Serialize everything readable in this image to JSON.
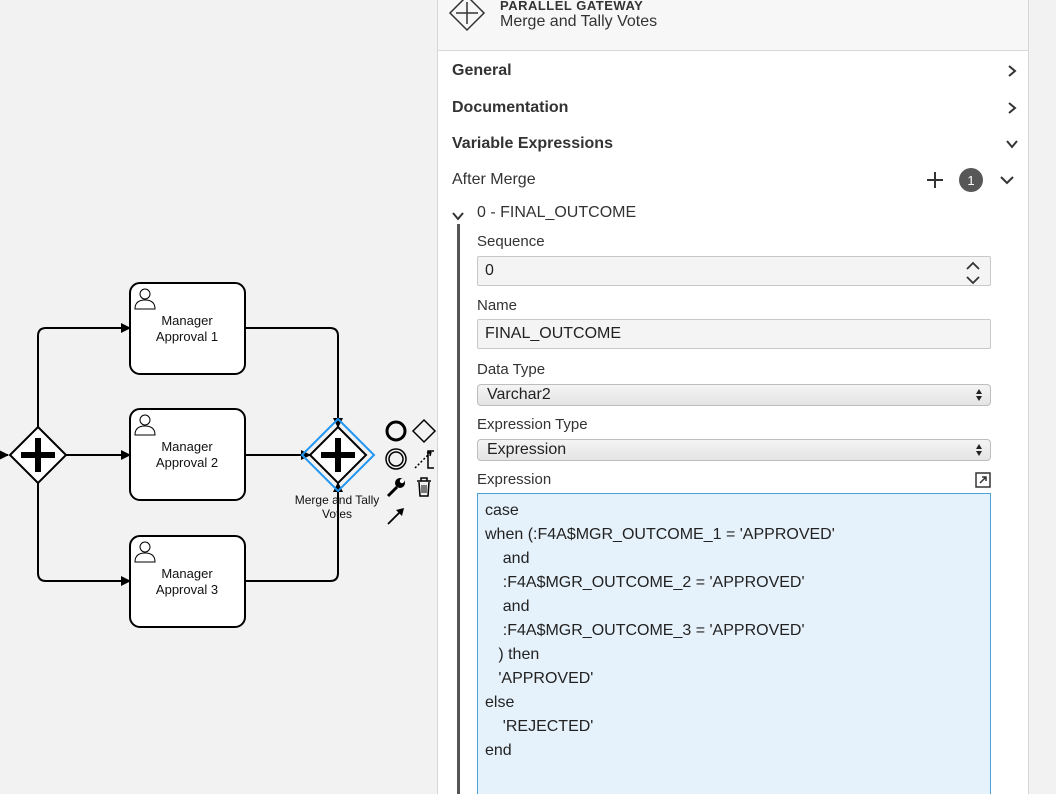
{
  "diagram": {
    "tasks": [
      {
        "label_line1": "Manager",
        "label_line2": "Approval 1"
      },
      {
        "label_line1": "Manager",
        "label_line2": "Approval 2"
      },
      {
        "label_line1": "Manager",
        "label_line2": "Approval 3"
      }
    ],
    "merge_gateway_label_line1": "Merge and Tally",
    "merge_gateway_label_line2": "Votes",
    "selection_color": "#2196f3"
  },
  "context_pad": {
    "icons": [
      "end-event-icon",
      "gateway-icon",
      "task-icon",
      "intermediate-event-icon",
      "connection-icon",
      "annotation-icon",
      "wrench-icon",
      "trash-icon",
      "paintbrush-icon",
      "arrow-icon"
    ]
  },
  "panel": {
    "header": {
      "type": "PARALLEL GATEWAY",
      "name": "Merge and Tally Votes"
    },
    "groups": [
      {
        "label": "General",
        "expanded": false
      },
      {
        "label": "Documentation",
        "expanded": false
      },
      {
        "label": "Variable Expressions",
        "expanded": true
      }
    ],
    "after_merge": {
      "label": "After Merge",
      "count": "1"
    },
    "entry": {
      "title": "0 - FINAL_OUTCOME",
      "sequence_label": "Sequence",
      "sequence_value": "0",
      "name_label": "Name",
      "name_value": "FINAL_OUTCOME",
      "data_type_label": "Data Type",
      "data_type_value": "Varchar2",
      "expression_type_label": "Expression Type",
      "expression_type_value": "Expression",
      "expression_label": "Expression",
      "expression_value": "case\nwhen (:F4A$MGR_OUTCOME_1 = 'APPROVED'\n    and\n    :F4A$MGR_OUTCOME_2 = 'APPROVED'\n    and\n    :F4A$MGR_OUTCOME_3 = 'APPROVED'\n   ) then\n   'APPROVED'\nelse\n    'REJECTED'\nend"
    }
  }
}
